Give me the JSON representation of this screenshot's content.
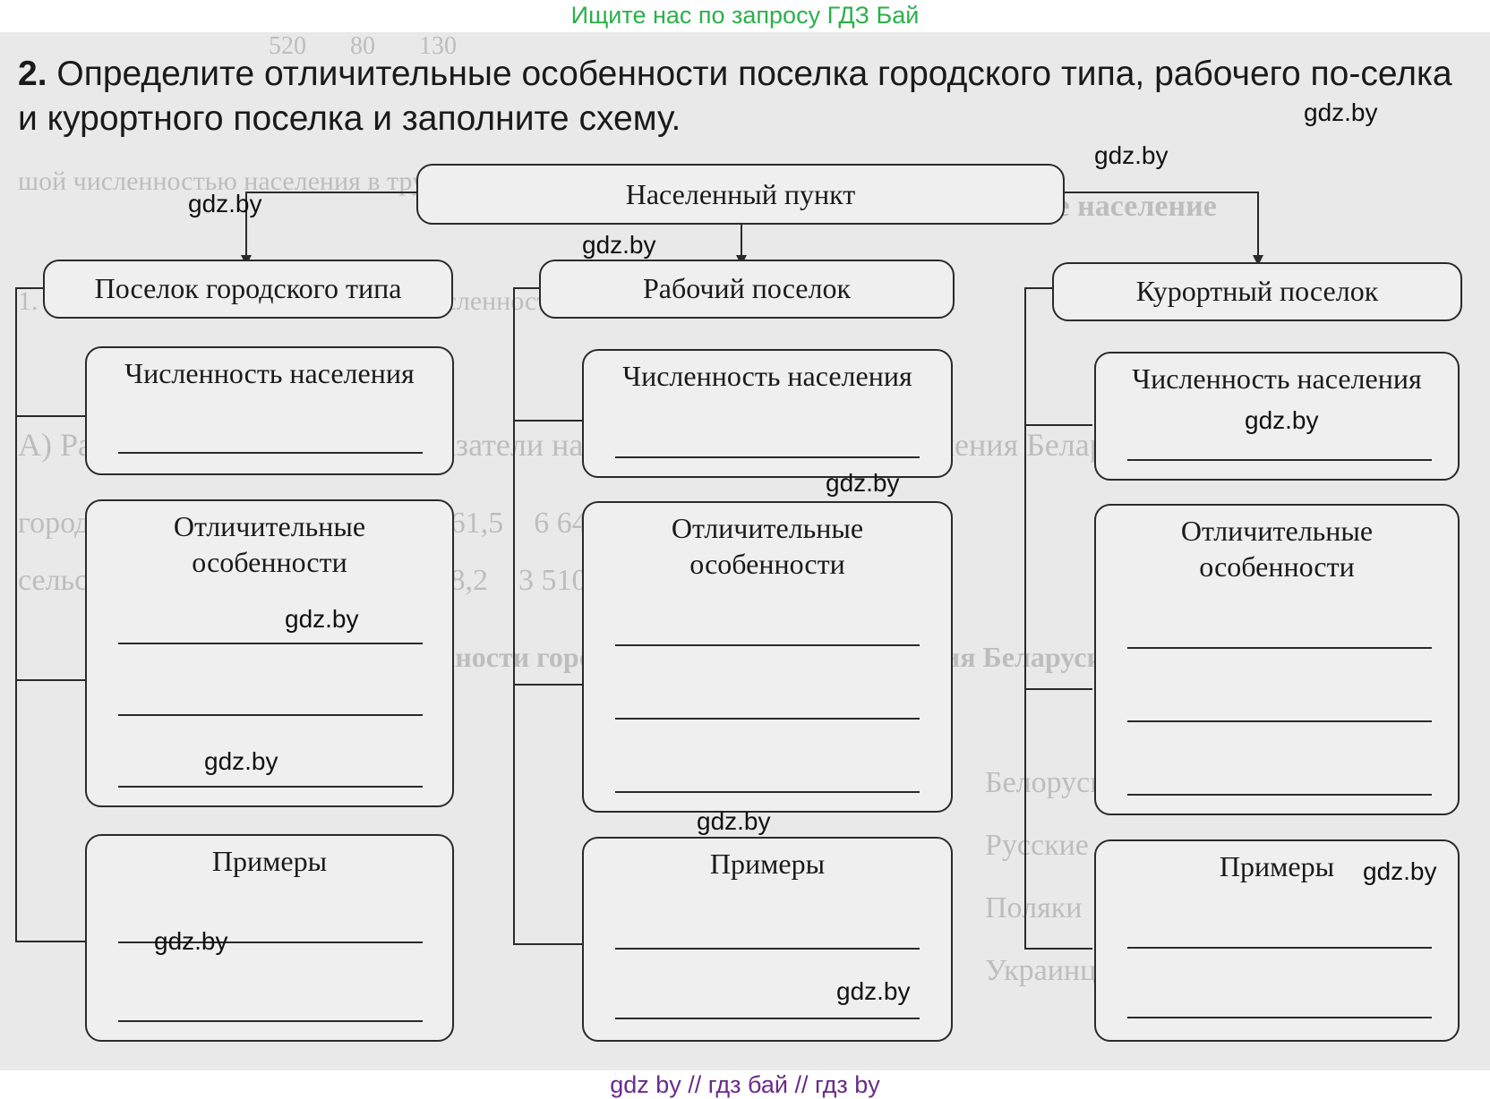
{
  "header": {
    "banner": "Ищите нас по запросу ГДЗ Бай"
  },
  "task": {
    "number": "2.",
    "text": "Определите отличительные особенности поселка городского типа, рабочего по-селка и курортного поселка и заполните схему."
  },
  "scheme": {
    "root": "Населенный пункт",
    "columns": [
      {
        "title": "Поселок городского типа",
        "population": "Численность населения",
        "features": "Отличительные особенности",
        "examples": "Примеры"
      },
      {
        "title": "Рабочий поселок",
        "population": "Численность населения",
        "features": "Отличительные особенности",
        "examples": "Примеры"
      },
      {
        "title": "Курортный поселок",
        "population": "Численность населения",
        "features": "Отличительные особенности",
        "examples": "Примеры"
      }
    ]
  },
  "watermark": "gdz.by",
  "footer": {
    "banner": "gdz by  //  гдз бай  //  гдз by"
  }
}
